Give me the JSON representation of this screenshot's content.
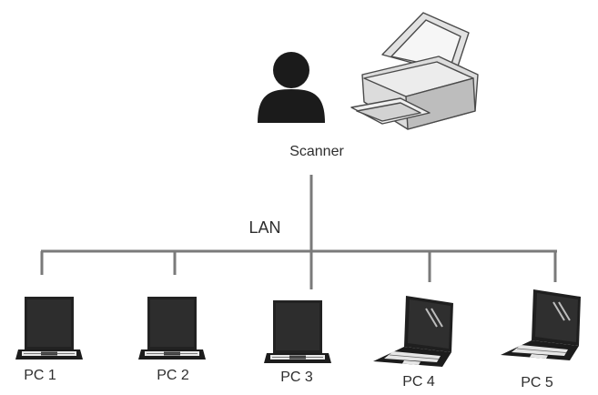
{
  "scanner": {
    "label": "Scanner"
  },
  "network": {
    "label": "LAN"
  },
  "pcs": [
    {
      "label": "PC 1"
    },
    {
      "label": "PC 2"
    },
    {
      "label": "PC 3"
    },
    {
      "label": "PC 4"
    },
    {
      "label": "PC 5"
    }
  ],
  "colors": {
    "line": "#7a7a7a",
    "icon": "#1b1b1b",
    "screen": "#2a2a2a",
    "keyboard": "#e8e8e8"
  }
}
